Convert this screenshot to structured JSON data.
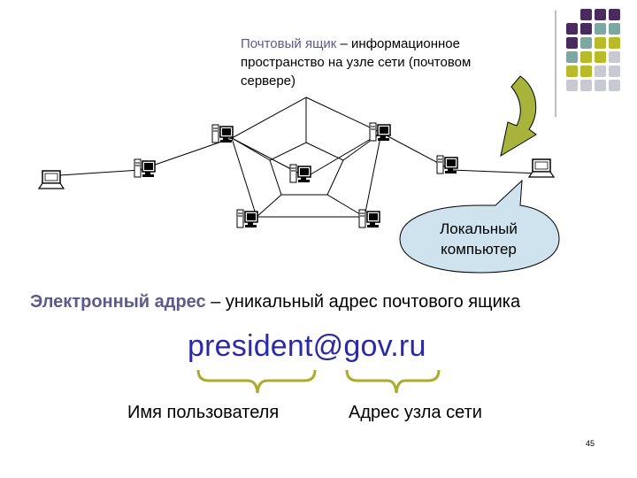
{
  "definition_mailbox": {
    "term": "Почтовый ящик",
    "rest_line1": " – информационное",
    "line2": "пространство на узле сети (почтовом",
    "line3": "сервере)"
  },
  "bubble": {
    "line1": "Локальный",
    "line2": "компьютер"
  },
  "email_definition": {
    "term": "Электронный адрес",
    "rest": " – уникальный адрес почтового ящика"
  },
  "email_example": "president@gov.ru",
  "labels": {
    "user": "Имя пользователя",
    "host": "Адрес узла сети"
  },
  "page_number": "45",
  "colors": {
    "purple": "#4a2b5e",
    "teal": "#7ea6a3",
    "olive": "#b7bb2a",
    "grey": "#c9c9d4",
    "arrow_green": "#a7b33a",
    "bubble": "#cfe3ef",
    "brace": "#a9ad2b",
    "link_blue": "#2a2aa8"
  }
}
